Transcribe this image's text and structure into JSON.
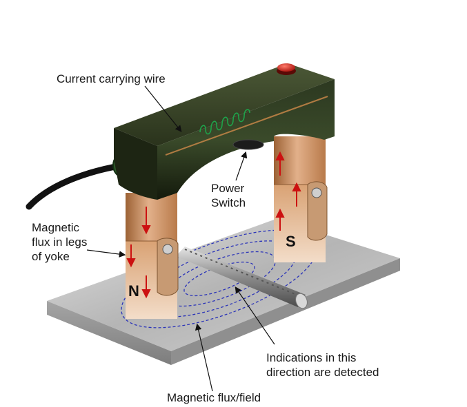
{
  "labels": {
    "current_wire": "Current carrying wire",
    "power_switch_l1": "Power",
    "power_switch_l2": "Switch",
    "flux_legs_l1": "Magnetic",
    "flux_legs_l2": "flux in legs",
    "flux_legs_l3": "of yoke",
    "indications_l1": "Indications in this",
    "indications_l2": "direction are detected",
    "flux_field": "Magnetic flux/field"
  },
  "poles": {
    "north": "N",
    "south": "S"
  },
  "colors": {
    "yoke_body": "#2d3a22",
    "leg_copper": "#c98a5a",
    "arrow_red": "#cc1111",
    "field_lines": "#2a33b8",
    "plate": "#c9c9c9",
    "button_red": "#d8231b"
  }
}
